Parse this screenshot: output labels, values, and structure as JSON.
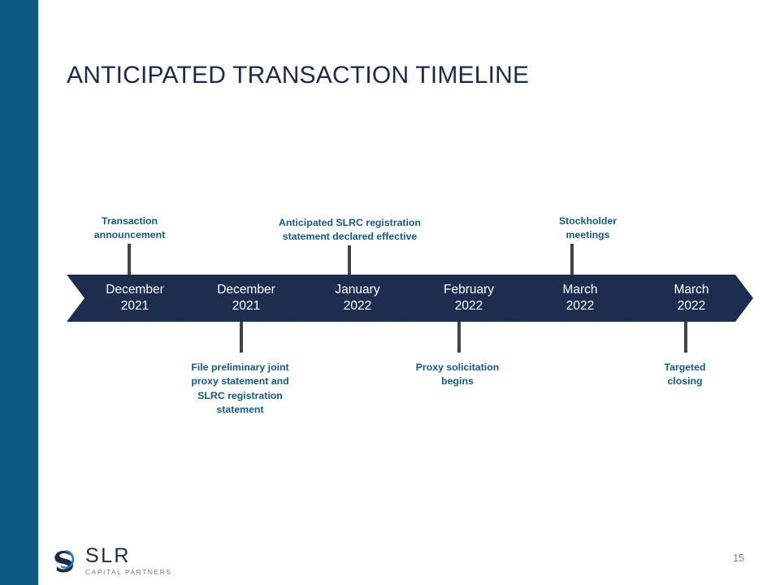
{
  "slide": {
    "title": "ANTICIPATED TRANSACTION TIMELINE",
    "page_number": "15",
    "accent_color": "#0c5a84",
    "chevron_color": "#1d2d50",
    "label_color": "#16597f",
    "title_color": "#1b2a4a",
    "stem_color": "#434343"
  },
  "timeline": {
    "steps": [
      {
        "month": "December",
        "year": "2021",
        "label": "December\n2021"
      },
      {
        "month": "December",
        "year": "2021",
        "label": "December\n2021"
      },
      {
        "month": "January",
        "year": "2022",
        "label": "January\n2022"
      },
      {
        "month": "February",
        "year": "2022",
        "label": "February\n2022"
      },
      {
        "month": "March",
        "year": "2022",
        "label": "March\n2022"
      },
      {
        "month": "March",
        "year": "2022",
        "label": "March\n2022"
      }
    ],
    "callouts_above": [
      {
        "text": "Transaction\nannouncement",
        "step_index": 0
      },
      {
        "text": "Anticipated SLRC registration\nstatement declared effective",
        "step_index": 2
      },
      {
        "text": "Stockholder\nmeetings",
        "step_index": 4
      }
    ],
    "callouts_below": [
      {
        "text": "File preliminary joint\nproxy statement and\nSLRC registration\nstatement",
        "step_index": 1
      },
      {
        "text": "Proxy solicitation\nbegins",
        "step_index": 3
      },
      {
        "text": "Targeted\nclosing",
        "step_index": 5
      }
    ]
  },
  "logo": {
    "wordmark": "SLR",
    "tagline": "CAPITAL PARTNERS",
    "mark_name": "slr-s-monogram"
  }
}
